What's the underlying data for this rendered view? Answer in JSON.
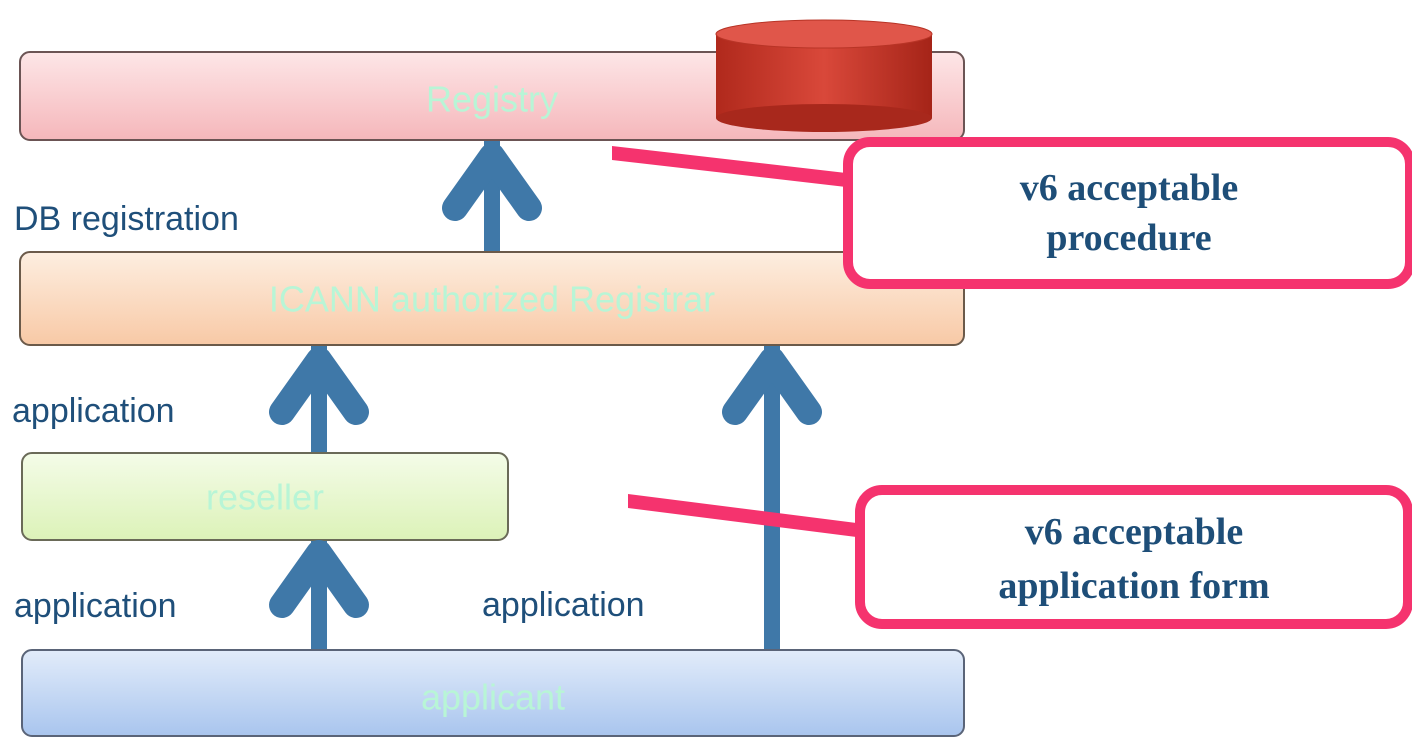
{
  "boxes": {
    "registry": "Registry",
    "registrar": "ICANN authorized Registrar",
    "reseller": "reseller",
    "applicant": "applicant"
  },
  "labels": {
    "db_registration": "DB registration",
    "application_registrar": "application",
    "application_reseller": "application",
    "application_direct": "application"
  },
  "callouts": {
    "procedure": {
      "line1": "v6 acceptable",
      "line2": "procedure"
    },
    "form": {
      "line1": "v6 acceptable",
      "line2": "application form"
    }
  },
  "colors": {
    "registry": "#f7c6c9",
    "registrar": "#fbd6b8",
    "reseller": "#e6f7c8",
    "applicant": "#bcd3f2",
    "arrow": "#3f78a8",
    "callout_border": "#f5336e",
    "database": "#c0392b"
  }
}
